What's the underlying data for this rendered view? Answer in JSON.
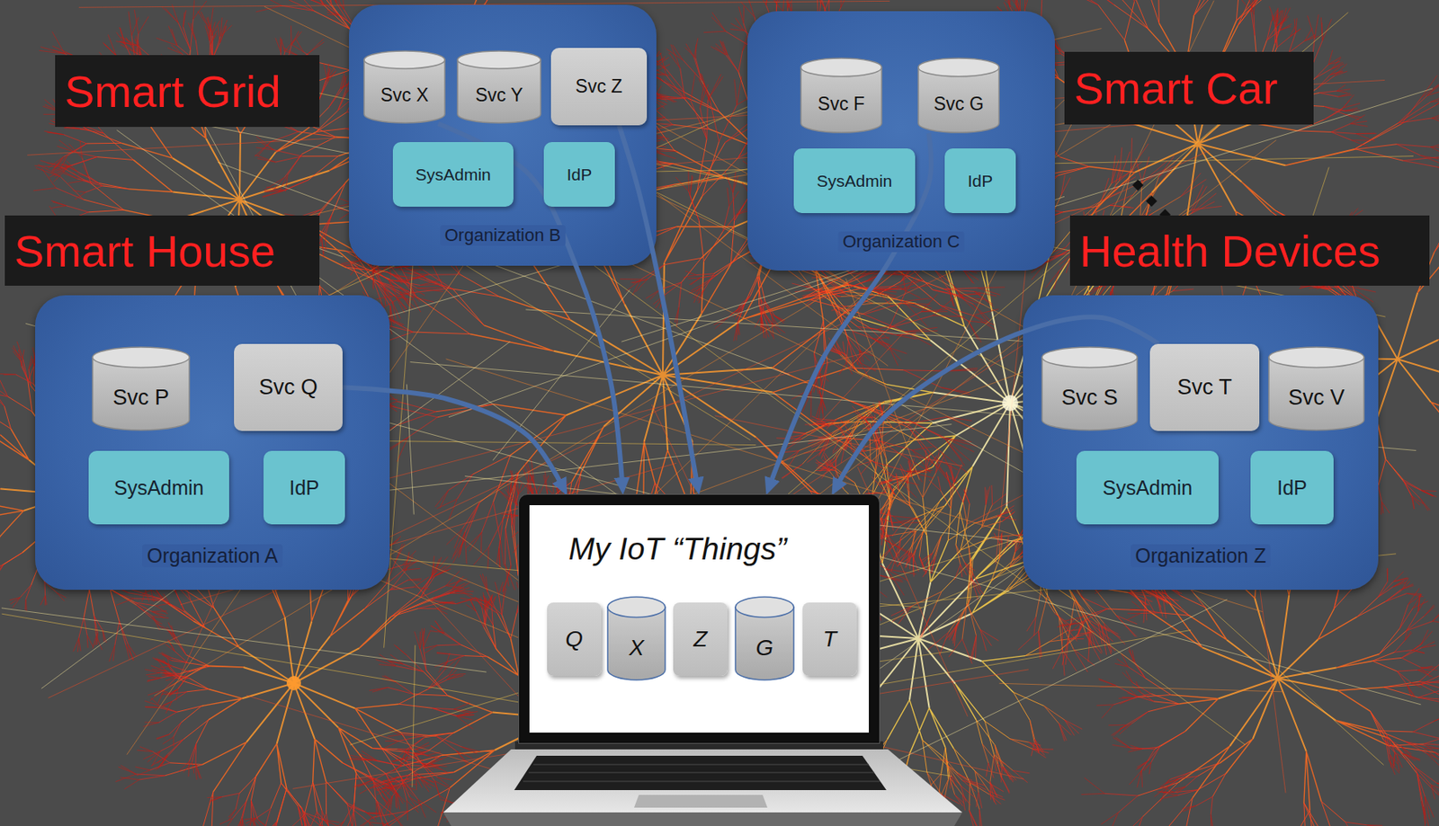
{
  "diagram": {
    "nodes": [
      {
        "text": [
          "Smart Grid"
        ]
      },
      {
        "text": [
          "Organization B"
        ]
      },
      {
        "text": [
          "Svc X"
        ],
        "in": 1
      },
      {
        "text": [
          "Svc Y"
        ],
        "in": 1
      },
      {
        "text": [
          "Svc Z"
        ],
        "in": 1
      },
      {
        "text": [
          "SysAdmin"
        ],
        "in": 1
      },
      {
        "text": [
          "IdP"
        ],
        "in": 1
      },
      {
        "text": [
          "Organization C"
        ]
      },
      {
        "text": [
          "Svc F"
        ],
        "in": 7
      },
      {
        "text": [
          "Svc G"
        ],
        "in": 7
      },
      {
        "text": [
          "SysAdmin"
        ],
        "in": 7
      },
      {
        "text": [
          "IdP"
        ],
        "in": 7
      },
      {
        "text": [
          "Smart Car"
        ]
      },
      {
        "text": [
          "Smart House"
        ]
      },
      {
        "text": [
          "Health Devices"
        ]
      },
      {
        "text": [
          "Organization A"
        ]
      },
      {
        "text": [
          "Svc P"
        ],
        "in": 15
      },
      {
        "text": [
          "Svc Q"
        ],
        "in": 15
      },
      {
        "text": [
          "SysAdmin"
        ],
        "in": 15
      },
      {
        "text": [
          "IdP"
        ],
        "in": 15
      },
      {
        "text": [
          "Organization Z"
        ]
      },
      {
        "text": [
          "Svc S"
        ],
        "in": 20
      },
      {
        "text": [
          "Svc T"
        ],
        "in": 20
      },
      {
        "text": [
          "Svc V"
        ],
        "in": 20
      },
      {
        "text": [
          "SysAdmin"
        ],
        "in": 20
      },
      {
        "text": [
          "IdP"
        ],
        "in": 20
      },
      {
        "text": [
          "My IoT “Things”"
        ]
      },
      {
        "text": [
          "Q"
        ],
        "in": 26
      },
      {
        "text": [
          "X"
        ],
        "in": 26
      },
      {
        "text": [
          "Z"
        ],
        "in": 26
      },
      {
        "text": [
          "G"
        ],
        "in": 26
      },
      {
        "text": [
          "T"
        ],
        "in": 26
      }
    ],
    "edges": [
      {
        "from": 17,
        "to": 26,
        "arrow": "to"
      },
      {
        "from": 2,
        "to": 26,
        "arrow": "to"
      },
      {
        "from": 4,
        "to": 26,
        "arrow": "to"
      },
      {
        "from": 9,
        "to": 26,
        "arrow": "to"
      },
      {
        "from": 22,
        "to": 26,
        "arrow": "to"
      }
    ]
  }
}
